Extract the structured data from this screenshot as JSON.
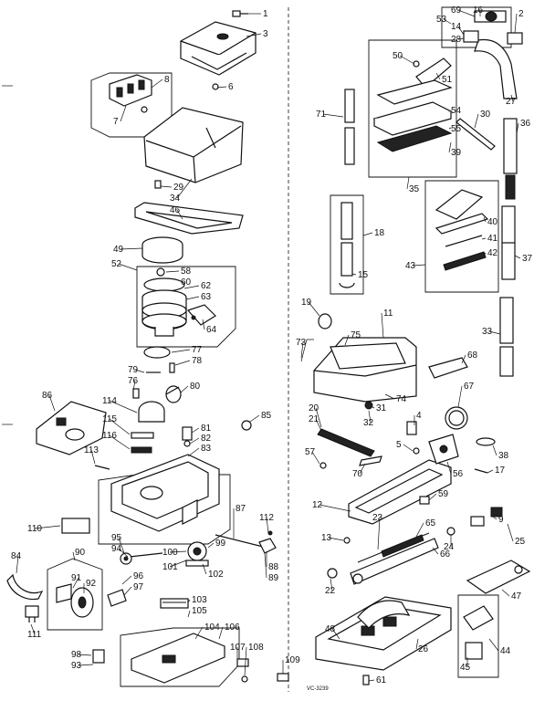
{
  "diagram_code": "VC-3239",
  "callouts": [
    "1",
    "2",
    "3",
    "4",
    "5",
    "6",
    "7",
    "8",
    "9",
    "11",
    "12",
    "13",
    "14",
    "15",
    "16",
    "17",
    "18",
    "19",
    "20",
    "21",
    "22",
    "23",
    "24",
    "25",
    "26",
    "27",
    "28",
    "29",
    "30",
    "31",
    "32",
    "33",
    "34",
    "35",
    "36",
    "37",
    "38",
    "39",
    "40",
    "41",
    "42",
    "43",
    "44",
    "45",
    "46",
    "47",
    "48",
    "49",
    "50",
    "51",
    "52",
    "53",
    "54",
    "55",
    "56",
    "57",
    "58",
    "59",
    "60",
    "61",
    "62",
    "63",
    "64",
    "65",
    "66",
    "67",
    "68",
    "69",
    "70",
    "71",
    "73",
    "74",
    "75",
    "76",
    "77",
    "78",
    "79",
    "80",
    "81",
    "82",
    "83",
    "84",
    "85",
    "86",
    "87",
    "88",
    "89",
    "90",
    "91",
    "92",
    "93",
    "94",
    "95",
    "96",
    "97",
    "98",
    "99",
    "100",
    "101",
    "102",
    "103",
    "104",
    "105",
    "106",
    "107",
    "108",
    "109",
    "110",
    "111",
    "112",
    "113",
    "114",
    "115",
    "116"
  ]
}
